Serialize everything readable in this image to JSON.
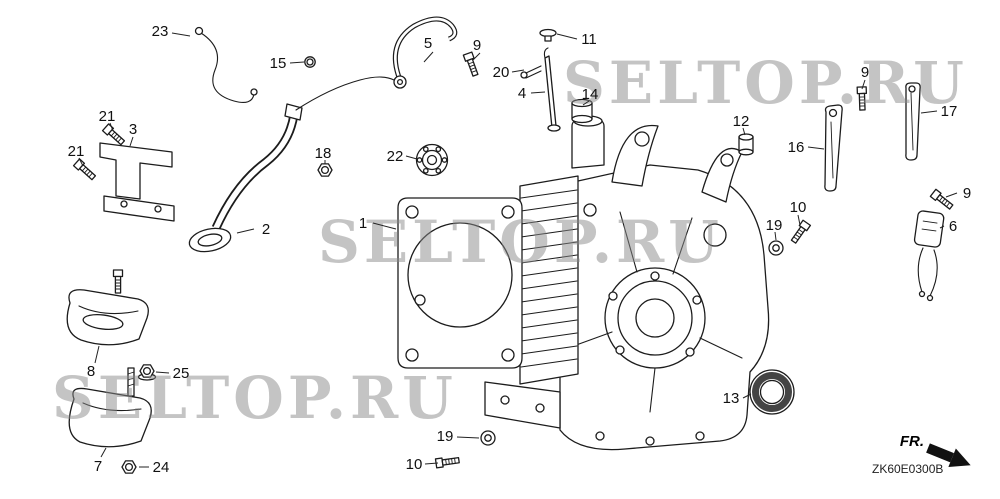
{
  "diagram": {
    "watermark_text": "SELTOP.RU",
    "drawing_code": "ZK60E0300B",
    "fr_label": "FR.",
    "callouts": [
      {
        "label": "23"
      },
      {
        "label": "15"
      },
      {
        "label": "5"
      },
      {
        "label": "9"
      },
      {
        "label": "11"
      },
      {
        "label": "20"
      },
      {
        "label": "4"
      },
      {
        "label": "14"
      },
      {
        "label": "21"
      },
      {
        "label": "3"
      },
      {
        "label": "21"
      },
      {
        "label": "18"
      },
      {
        "label": "22"
      },
      {
        "label": "12"
      },
      {
        "label": "16"
      },
      {
        "label": "9"
      },
      {
        "label": "17"
      },
      {
        "label": "9"
      },
      {
        "label": "6"
      },
      {
        "label": "1"
      },
      {
        "label": "2"
      },
      {
        "label": "10"
      },
      {
        "label": "19"
      },
      {
        "label": "8"
      },
      {
        "label": "25"
      },
      {
        "label": "13"
      },
      {
        "label": "7"
      },
      {
        "label": "24"
      },
      {
        "label": "19"
      },
      {
        "label": "10"
      }
    ]
  }
}
